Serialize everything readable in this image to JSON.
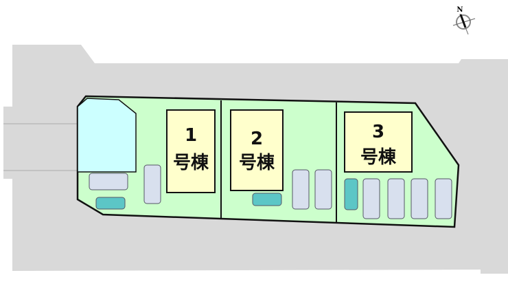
{
  "compass": {
    "label": "N",
    "icon": "north-arrow-icon"
  },
  "buildings": [
    {
      "number": "1",
      "suffix": "号棟"
    },
    {
      "number": "2",
      "suffix": "号棟"
    },
    {
      "number": "3",
      "suffix": "号棟"
    }
  ],
  "colors": {
    "road": "#d9d9d9",
    "lot": "#ccffcc",
    "building": "#ffffcc",
    "water_area": "#ccffff",
    "outline": "#111111"
  }
}
